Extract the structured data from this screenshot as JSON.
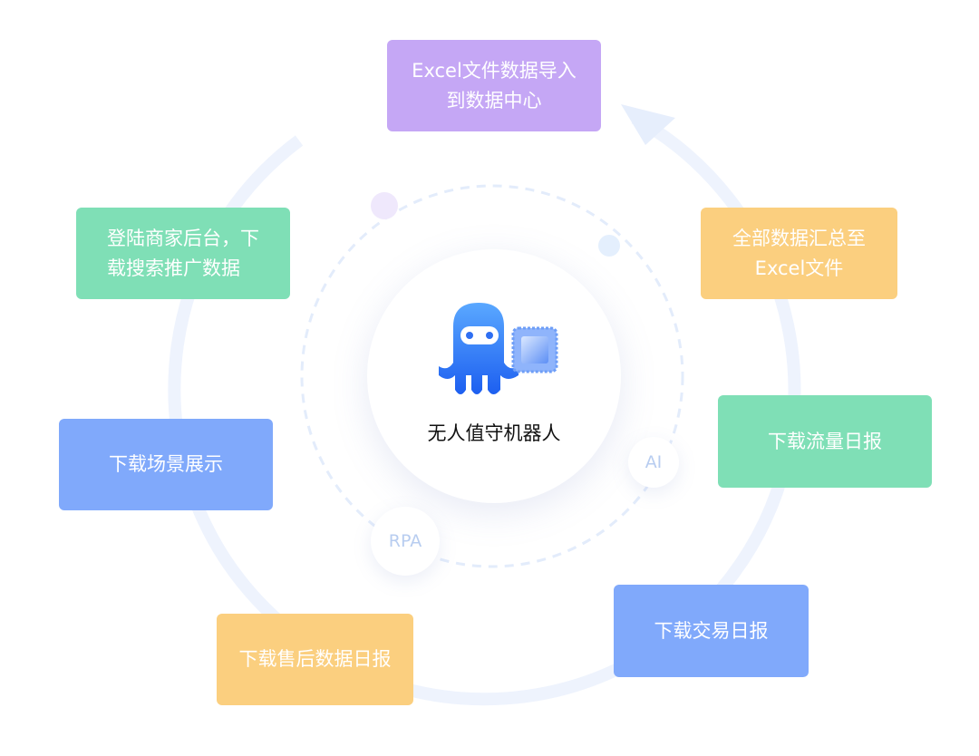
{
  "center": {
    "title": "无人值守机器人",
    "icon": "octopus-robot-chip-icon"
  },
  "tags": {
    "ai": "AI",
    "rpa": "RPA"
  },
  "steps": [
    {
      "line1": "Excel文件数据导入",
      "line2": "到数据中心",
      "color": "#c5a7f5"
    },
    {
      "line1": "全部数据汇总至",
      "line2": "Excel文件",
      "color": "#fbcf7f"
    },
    {
      "line1": "下载流量日报",
      "color": "#7fdfb6"
    },
    {
      "line1": "下载交易日报",
      "color": "#80a9fb"
    },
    {
      "line1": "下载售后数据日报",
      "color": "#fbcf7f"
    },
    {
      "line1": "下载场景展示",
      "color": "#80a9fb"
    },
    {
      "line1": "登陆商家后台，下",
      "line2": "载搜索推广数据",
      "color": "#7fdfb6"
    }
  ]
}
